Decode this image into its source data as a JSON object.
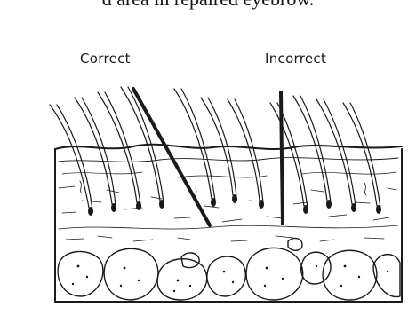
{
  "caption": "d area in repaired eyebrow.",
  "labels": {
    "correct": "Correct",
    "incorrect": "Incorrect"
  }
}
